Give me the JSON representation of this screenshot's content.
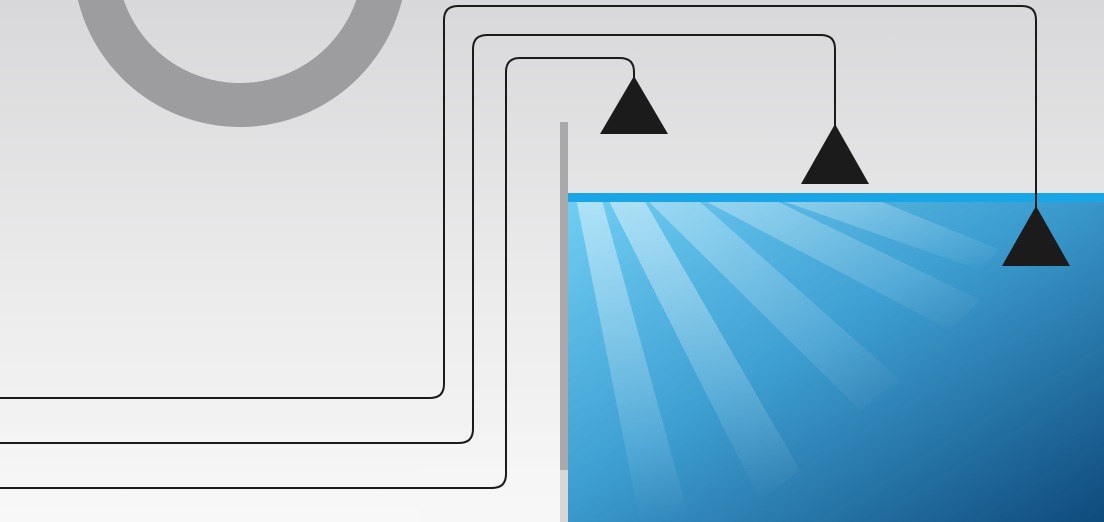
{
  "diagram": {
    "level_sensors": [
      {
        "id": "sensor-1",
        "position": "above-tank"
      },
      {
        "id": "sensor-2",
        "position": "above-water"
      },
      {
        "id": "sensor-3",
        "position": "at-water-surface"
      }
    ],
    "colors": {
      "background_top": "#d9d9db",
      "background_bottom": "#f7f7f7",
      "tank_wall": "#a9a9ab",
      "ring": "#9d9d9f",
      "water_surface": "#1aa6e6",
      "water_top": "#6ccaf2",
      "water_bottom": "#124f80",
      "sensor": "#1b1b1b",
      "cable": "#1b1b1b"
    }
  }
}
